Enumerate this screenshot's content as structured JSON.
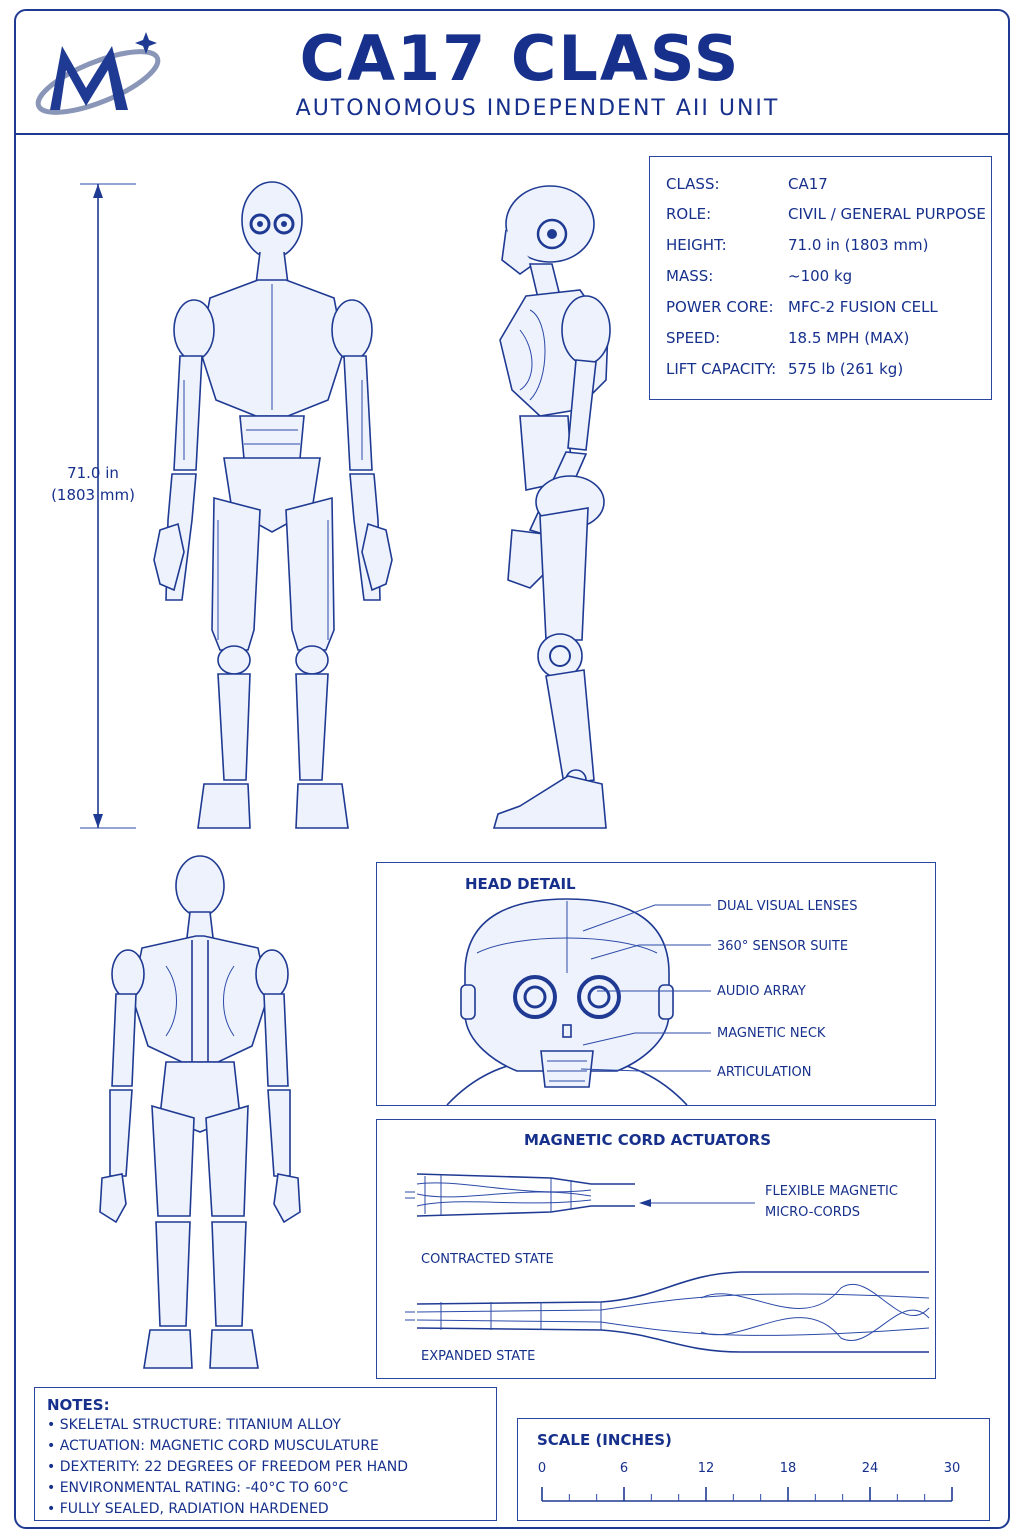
{
  "header": {
    "title": "CA17 CLASS",
    "subtitle": "AUTONOMOUS INDEPENDENT AII UNIT"
  },
  "dimension": {
    "line1": "71.0 in",
    "line2": "(1803 mm)"
  },
  "specs": [
    {
      "key": "CLASS:",
      "value": "CA17"
    },
    {
      "key": "ROLE:",
      "value": "CIVIL / GENERAL PURPOSE"
    },
    {
      "key": "HEIGHT:",
      "value": "71.0 in (1803 mm)"
    },
    {
      "key": "MASS:",
      "value": "~100 kg"
    },
    {
      "key": "POWER CORE:",
      "value": "MFC-2 FUSION CELL"
    },
    {
      "key": "SPEED:",
      "value": "18.5 MPH (MAX)"
    },
    {
      "key": "LIFT CAPACITY:",
      "value": "575 lb (261 kg)"
    }
  ],
  "head_detail": {
    "title": "HEAD DETAIL",
    "labels": [
      "DUAL VISUAL LENSES",
      "360° SENSOR SUITE",
      "AUDIO ARRAY",
      "MAGNETIC NECK",
      "ARTICULATION"
    ]
  },
  "cord_actuators": {
    "title": "MAGNETIC CORD ACTUATORS",
    "callout_line1": "FLEXIBLE MAGNETIC",
    "callout_line2": "MICRO-CORDS",
    "contracted": "CONTRACTED STATE",
    "expanded": "EXPANDED STATE"
  },
  "notes": {
    "title": "NOTES:",
    "items": [
      "• SKELETAL STRUCTURE: TITANIUM ALLOY",
      "• ACTUATION: MAGNETIC CORD MUSCULATURE",
      "• DEXTERITY: 22 DEGREES OF FREEDOM PER HAND",
      "• ENVIRONMENTAL RATING: -40°C TO 60°C",
      "• FULLY SEALED, RADIATION HARDENED"
    ]
  },
  "scale": {
    "title": "SCALE (INCHES)",
    "ticks": [
      "0",
      "6",
      "12",
      "18",
      "24",
      "30"
    ]
  },
  "colors": {
    "ink": "#16308c",
    "line": "#1f3a93",
    "paper": "#ffffff"
  },
  "icons": [
    "m-orbit-logo-icon"
  ]
}
